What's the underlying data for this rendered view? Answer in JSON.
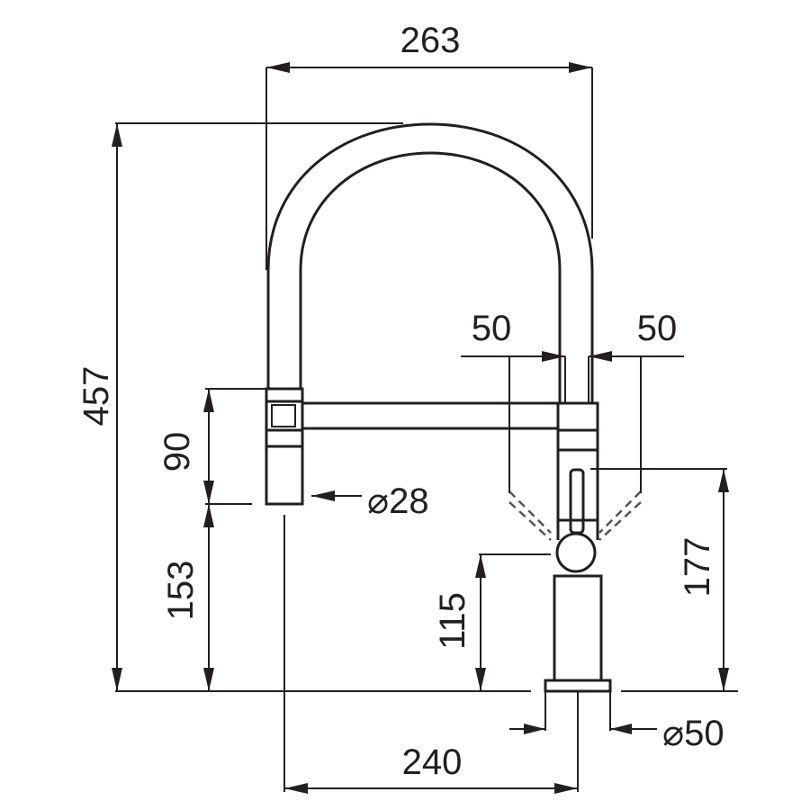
{
  "dimensions": {
    "overall_width": "263",
    "overall_height": "457",
    "spray_head_length": "90",
    "spray_head_diameter": "⌀28",
    "spray_head_clearance": "153",
    "swivel_left": "50",
    "swivel_right": "50",
    "lever_height": "115",
    "lever_top_height": "177",
    "spout_reach": "240",
    "base_diameter": "⌀50"
  },
  "colors": {
    "line": "#231f20",
    "dashed": "#555555",
    "background": "#ffffff"
  }
}
